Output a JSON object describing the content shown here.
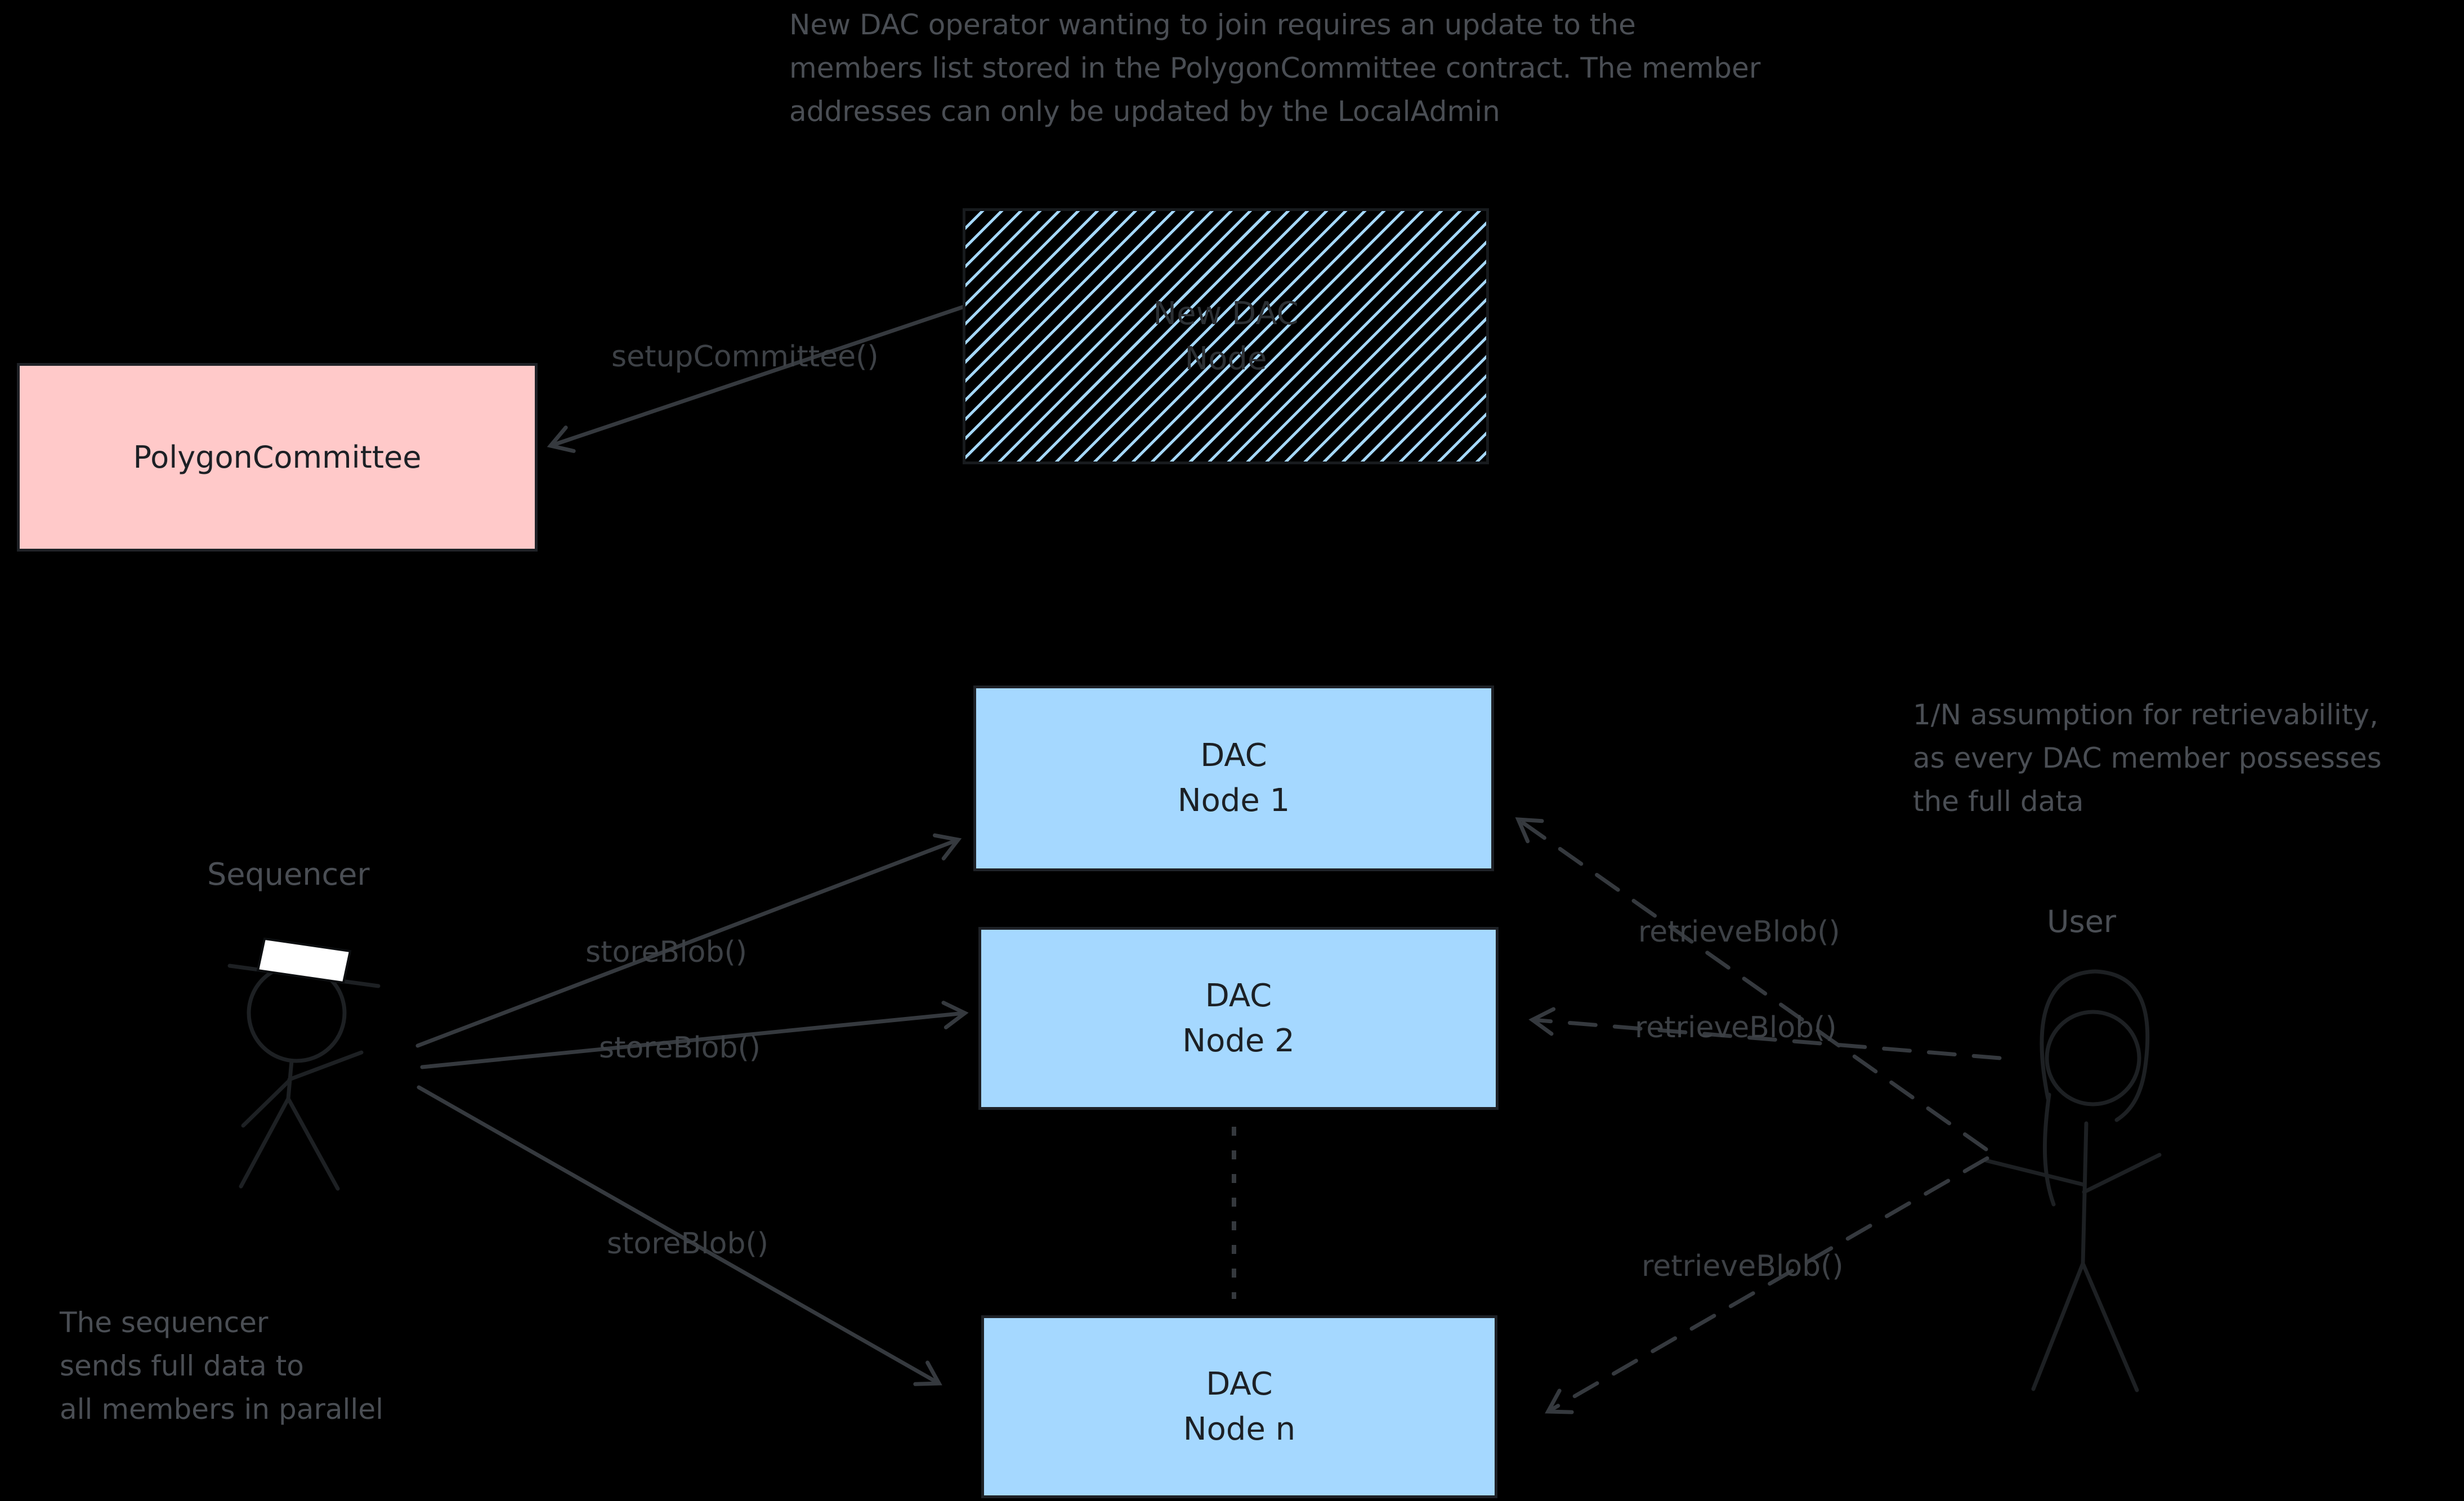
{
  "annotations": {
    "top_note": {
      "lines": [
        "New DAC operator wanting to join requires an update to the",
        "members list stored in the PolygonCommittee contract. The member",
        "addresses can only be updated by the LocalAdmin"
      ]
    },
    "retrievability_note": {
      "lines": [
        "1/N assumption for retrievability,",
        "as every DAC member possesses",
        "the full data"
      ]
    },
    "sequencer_note": {
      "lines": [
        "The sequencer",
        "sends full data to",
        "all members in parallel"
      ]
    }
  },
  "actors": {
    "sequencer": {
      "label": "Sequencer"
    },
    "user": {
      "label": "User"
    }
  },
  "boxes": {
    "new_dac_node": {
      "lines": [
        "New DAC",
        "Node"
      ]
    },
    "polygon_committee": {
      "label": "PolygonCommittee"
    },
    "dac_node_1": {
      "lines": [
        "DAC",
        "Node 1"
      ]
    },
    "dac_node_2": {
      "lines": [
        "DAC",
        "Node 2"
      ]
    },
    "dac_node_n": {
      "lines": [
        "DAC",
        "Node n"
      ]
    }
  },
  "edges": {
    "setup_committee": {
      "label": "setupCommittee()"
    },
    "store_blob_1": {
      "label": "storeBlob()"
    },
    "store_blob_2": {
      "label": "storeBlob()"
    },
    "store_blob_3": {
      "label": "storeBlob()"
    },
    "retrieve_blob_1": {
      "label": "retrieveBlob()"
    },
    "retrieve_blob_2": {
      "label": "retrieveBlob()"
    },
    "retrieve_blob_3": {
      "label": "retrieveBlob()"
    }
  },
  "colors": {
    "background": "#000000",
    "committee_fill": "#ffc9c9",
    "node_fill": "#a5d8ff",
    "hatch_line": "#a5d8ff",
    "box_border": "#1e2126",
    "note_text": "#4a4e54",
    "fn_text": "#3d4146",
    "arrow": "#35393e",
    "figure": "#1d2023",
    "hat_fill": "#ffffff",
    "box_text": "#1c2025",
    "hatch_text": "#2c3034"
  }
}
